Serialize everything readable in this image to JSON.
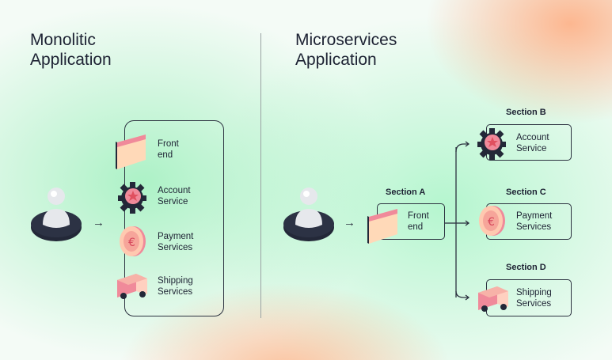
{
  "monolithic": {
    "title_line1": "Monolitic",
    "title_line2": "Application",
    "items": [
      {
        "line1": "Front",
        "line2": "end",
        "icon": "frontend-window-icon"
      },
      {
        "line1": "Account",
        "line2": "Service",
        "icon": "gear-icon"
      },
      {
        "line1": "Payment",
        "line2": "Services",
        "icon": "coin-icon"
      },
      {
        "line1": "Shipping",
        "line2": "Services",
        "icon": "truck-icon"
      }
    ]
  },
  "microservices": {
    "title_line1": "Microservices",
    "title_line2": "Application",
    "sections": [
      {
        "title": "Section A",
        "line1": "Front",
        "line2": "end",
        "icon": "frontend-window-icon"
      },
      {
        "title": "Section B",
        "line1": "Account",
        "line2": "Service",
        "icon": "gear-icon"
      },
      {
        "title": "Section C",
        "line1": "Payment",
        "line2": "Services",
        "icon": "coin-icon"
      },
      {
        "title": "Section D",
        "line1": "Shipping",
        "line2": "Services",
        "icon": "truck-icon"
      }
    ]
  },
  "colors": {
    "accent_pink": "#f08a9a",
    "accent_peach": "#ffd9b8",
    "dark": "#232838"
  }
}
